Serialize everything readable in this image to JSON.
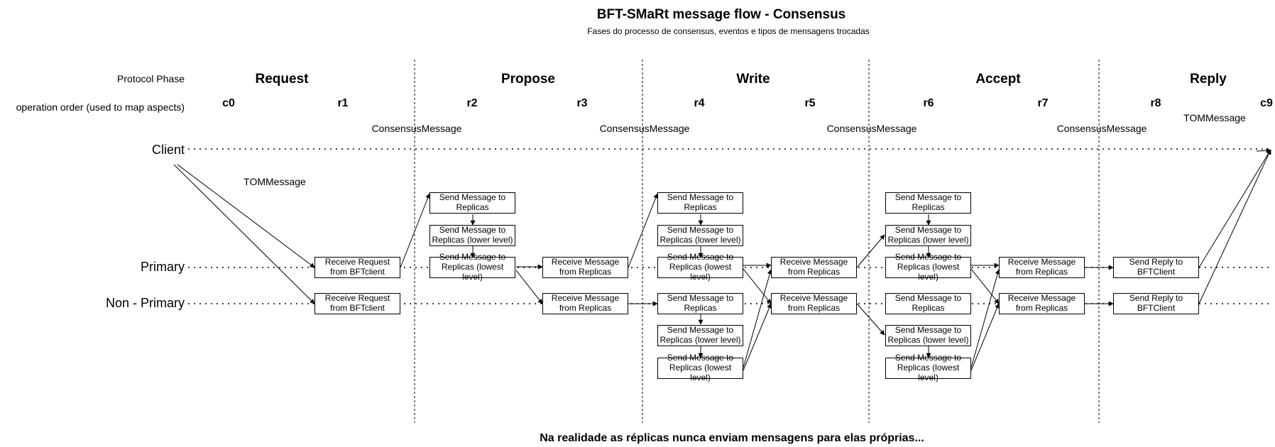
{
  "title": "BFT-SMaRt message flow - Consensus",
  "subtitle": "Fases do processo de consensus, eventos e tipos de mensagens trocadas",
  "row_headers": {
    "protocol_phase": "Protocol Phase",
    "operation_order": "operation order (used to map aspects)"
  },
  "phases": [
    "Request",
    "Propose",
    "Write",
    "Accept",
    "Reply"
  ],
  "operations": [
    "c0",
    "r1",
    "r2",
    "r3",
    "r4",
    "r5",
    "r6",
    "r7",
    "r8",
    "c9"
  ],
  "lanes": [
    "Client",
    "Primary",
    "Non - Primary"
  ],
  "message_types": {
    "tom_request": "TOMMessage",
    "consensus_propose": "ConsensusMessage",
    "consensus_write": "ConsensusMessage",
    "consensus_accept": "ConsensusMessage",
    "consensus_reply": "ConsensusMessage",
    "tom_reply": "TOMMessage"
  },
  "boxes": {
    "receive_request_primary": "Receive Request from BFTclient",
    "receive_request_nonprimary": "Receive Request from BFTclient",
    "propose_send": "Send Message to Replicas",
    "propose_send_lower": "Send Message to Replicas (lower level)",
    "propose_send_lowest": "Send Message to Replicas (lowest level)",
    "r3_receive_primary": "Receive Message from Replicas",
    "r3_receive_nonprimary": "Receive Message from Replicas",
    "r4_primary_send": "Send Message to Replicas",
    "r4_primary_send_lower": "Send Message to Replicas (lower level)",
    "r4_primary_send_lowest": "Send Message to Replicas (lowest level)",
    "r4_nonprimary_send": "Send Message to Replicas",
    "r4_nonprimary_send_lower": "Send Message to Replicas (lower level)",
    "r4_nonprimary_send_lowest": "Send Message to Replicas (lowest level)",
    "r5_receive_primary": "Receive Message from Replicas",
    "r5_receive_nonprimary": "Receive Message from Replicas",
    "r6_primary_send": "Send Message to Replicas",
    "r6_primary_send_lower": "Send Message to Replicas (lower level)",
    "r6_primary_send_lowest": "Send Message to Replicas (lowest level)",
    "r6_nonprimary_send": "Send Message to Replicas",
    "r6_nonprimary_send_lower": "Send Message to Replicas (lower level)",
    "r6_nonprimary_send_lowest": "Send Message to Replicas (lowest level)",
    "r7_receive_primary": "Receive Message from Replicas",
    "r7_receive_nonprimary": "Receive Message from Replicas",
    "r8_reply_primary": "Send Reply to BFTClient",
    "r8_reply_nonprimary": "Send Reply to BFTClient"
  },
  "footer": "Na realidade as réplicas nunca enviam mensagens para elas próprias..."
}
